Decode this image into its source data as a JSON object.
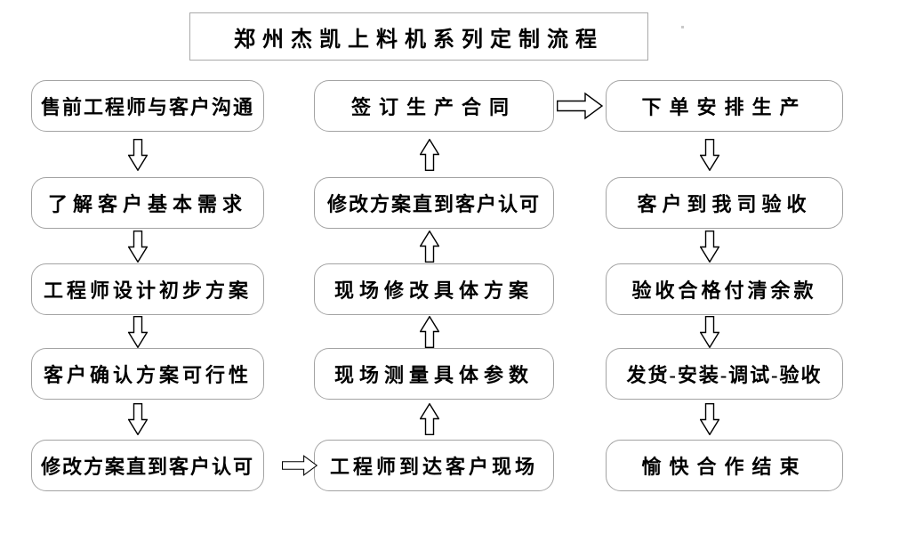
{
  "title": {
    "text": "郑州杰凯上料机系列定制流程"
  },
  "flow": {
    "left_column": {
      "flow_direction": "top-to-bottom",
      "items": [
        "售前工程师与客户沟通",
        "了解客户基本需求",
        "工程师设计初步方案",
        "客户确认方案可行性",
        "修改方案直到客户认可"
      ]
    },
    "middle_column": {
      "flow_direction": "bottom-to-top",
      "items": [
        "签订生产合同",
        "修改方案直到客户认可",
        "现场修改具体方案",
        "现场测量具体参数",
        "工程师到达客户现场"
      ]
    },
    "right_column": {
      "flow_direction": "top-to-bottom",
      "items": [
        "下单安排生产",
        "客户到我司验收",
        "验收合格付清余款",
        "发货-安装-调试-验收",
        "愉快合作结束"
      ]
    },
    "connections": [
      {
        "from": "left-1",
        "to": "left-2",
        "type": "down-arrow"
      },
      {
        "from": "left-2",
        "to": "left-3",
        "type": "down-arrow"
      },
      {
        "from": "left-3",
        "to": "left-4",
        "type": "down-arrow"
      },
      {
        "from": "left-4",
        "to": "left-5",
        "type": "down-arrow"
      },
      {
        "from": "left-5",
        "to": "middle-5",
        "type": "right-arrow"
      },
      {
        "from": "middle-5",
        "to": "middle-4",
        "type": "up-arrow"
      },
      {
        "from": "middle-4",
        "to": "middle-3",
        "type": "up-arrow"
      },
      {
        "from": "middle-3",
        "to": "middle-2",
        "type": "up-arrow"
      },
      {
        "from": "middle-2",
        "to": "middle-1",
        "type": "up-arrow"
      },
      {
        "from": "middle-1",
        "to": "right-1",
        "type": "right-arrow"
      },
      {
        "from": "right-1",
        "to": "right-2",
        "type": "down-arrow"
      },
      {
        "from": "right-2",
        "to": "right-3",
        "type": "down-arrow"
      },
      {
        "from": "right-3",
        "to": "right-4",
        "type": "down-arrow"
      },
      {
        "from": "right-4",
        "to": "right-5",
        "type": "down-arrow"
      }
    ]
  },
  "colors": {
    "background": "#ffffff",
    "box_border": "#a3a3a3",
    "text": "#000000",
    "arrow_outline": "#000000",
    "arrow_fill": "#ffffff"
  }
}
